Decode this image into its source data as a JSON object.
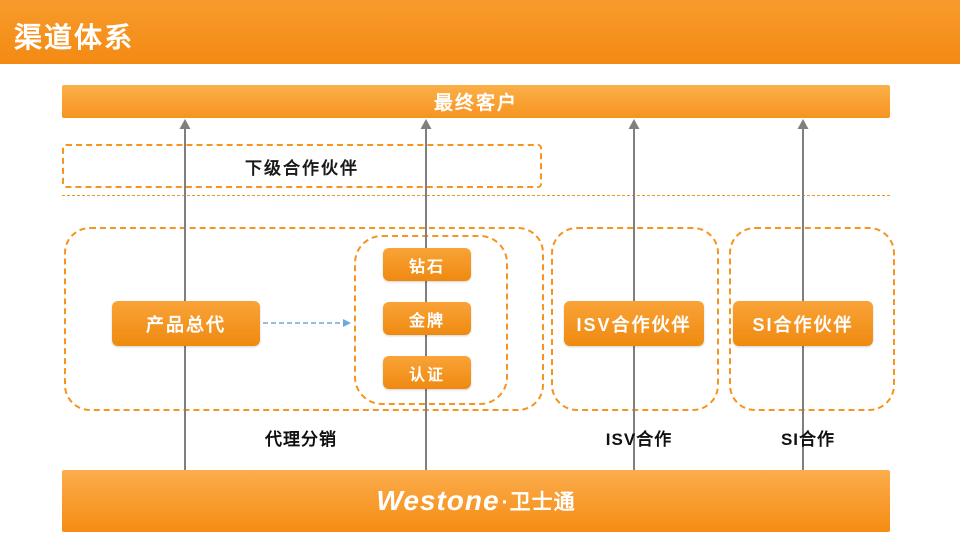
{
  "slide": {
    "title": "渠道体系"
  },
  "top_bar": {
    "label": "最终客户"
  },
  "sub_partner": {
    "label": "下级合作伙伴"
  },
  "agency_group": {
    "main_button": "产品总代",
    "levels": [
      "钻石",
      "金牌",
      "认证"
    ],
    "caption": "代理分销"
  },
  "isv_group": {
    "button": "ISV合作伙伴",
    "caption": "ISV合作"
  },
  "si_group": {
    "button": "SI合作伙伴",
    "caption": "SI合作"
  },
  "footer": {
    "brand": "Westone",
    "suffix": "·卫士通"
  },
  "colors": {
    "accent_orange": "#F7941D",
    "bar_orange_light": "#FBB049",
    "arrow_gray": "#7F7F7F",
    "connector_blue": "#6FA8DC",
    "text_dark": "#111111",
    "text_white": "#FFFFFF"
  }
}
